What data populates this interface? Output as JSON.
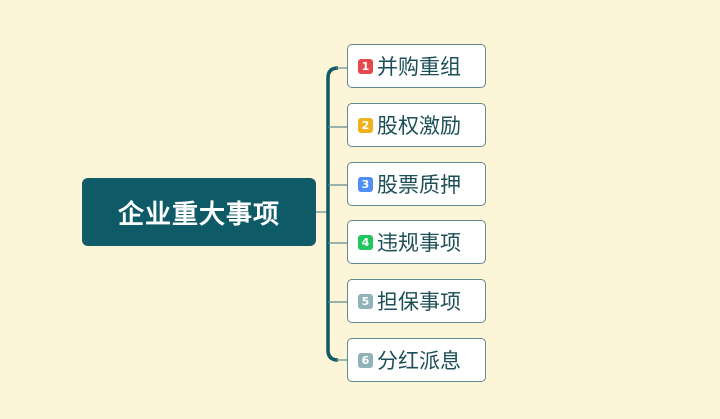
{
  "root": {
    "label": "企业重大事项",
    "color": "#0e5a66"
  },
  "branches": [
    {
      "number": "1",
      "label": "并购重组",
      "badge_color": "#e5484d"
    },
    {
      "number": "2",
      "label": "股权激励",
      "badge_color": "#f0b21c"
    },
    {
      "number": "3",
      "label": "股票质押",
      "badge_color": "#4f8ef7"
    },
    {
      "number": "4",
      "label": "违规事项",
      "badge_color": "#22c55e"
    },
    {
      "number": "5",
      "label": "担保事项",
      "badge_color": "#8fb3b8"
    },
    {
      "number": "6",
      "label": "分红派息",
      "badge_color": "#8fb3b8"
    }
  ],
  "colors": {
    "background": "#fdf5d8",
    "trunk": "#0e5a66",
    "branch_line": "#5f8a8e"
  }
}
